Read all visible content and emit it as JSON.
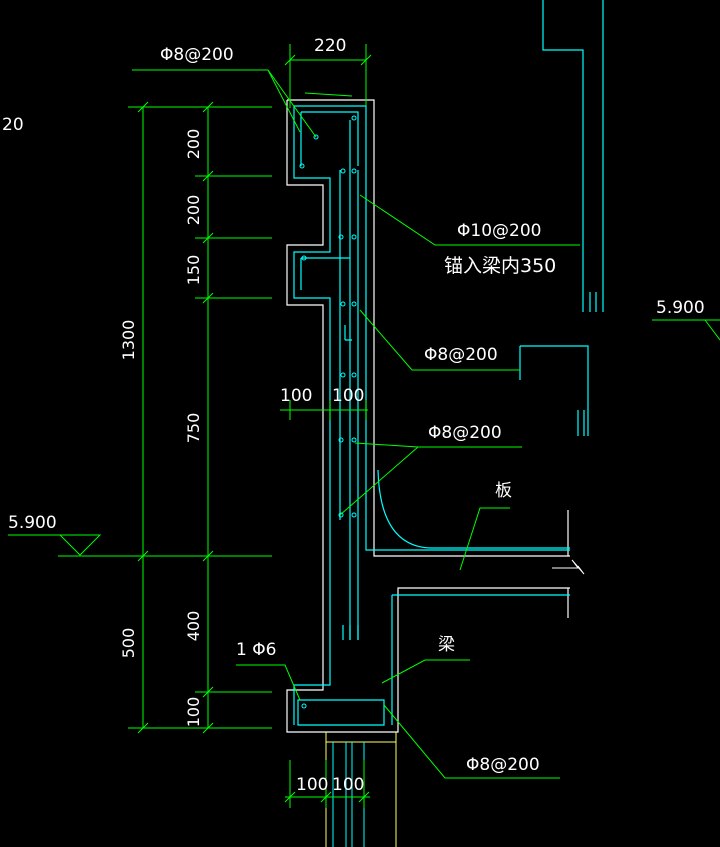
{
  "colors": {
    "background": "#000000",
    "outline": "#ffffff",
    "rebar": "#00ffff",
    "dimension": "#00ff00",
    "text": "#ffffff",
    "column": "#ffff66"
  },
  "labels": {
    "top_rebar": "Φ8@200",
    "top_width": "220",
    "left_edge": "20",
    "main_bar": "Φ10@200",
    "anchor_note": "锚入梁内350",
    "mid_rebar": "Φ8@200",
    "lower_rebar": "Φ8@200",
    "slab": "板",
    "beam": "梁",
    "single_bar": "1 Φ6",
    "bottom_rebar": "Φ8@200",
    "elev_left": "5.900",
    "elev_right": "5.900"
  },
  "dimensions": {
    "total_height": "1300",
    "lower_height": "500",
    "seg_200a": "200",
    "seg_200b": "200",
    "seg_150": "150",
    "seg_750": "750",
    "seg_400": "400",
    "seg_100": "100",
    "mid_100a": "100",
    "mid_100b": "100",
    "bot_100a": "100",
    "bot_100b": "100"
  }
}
